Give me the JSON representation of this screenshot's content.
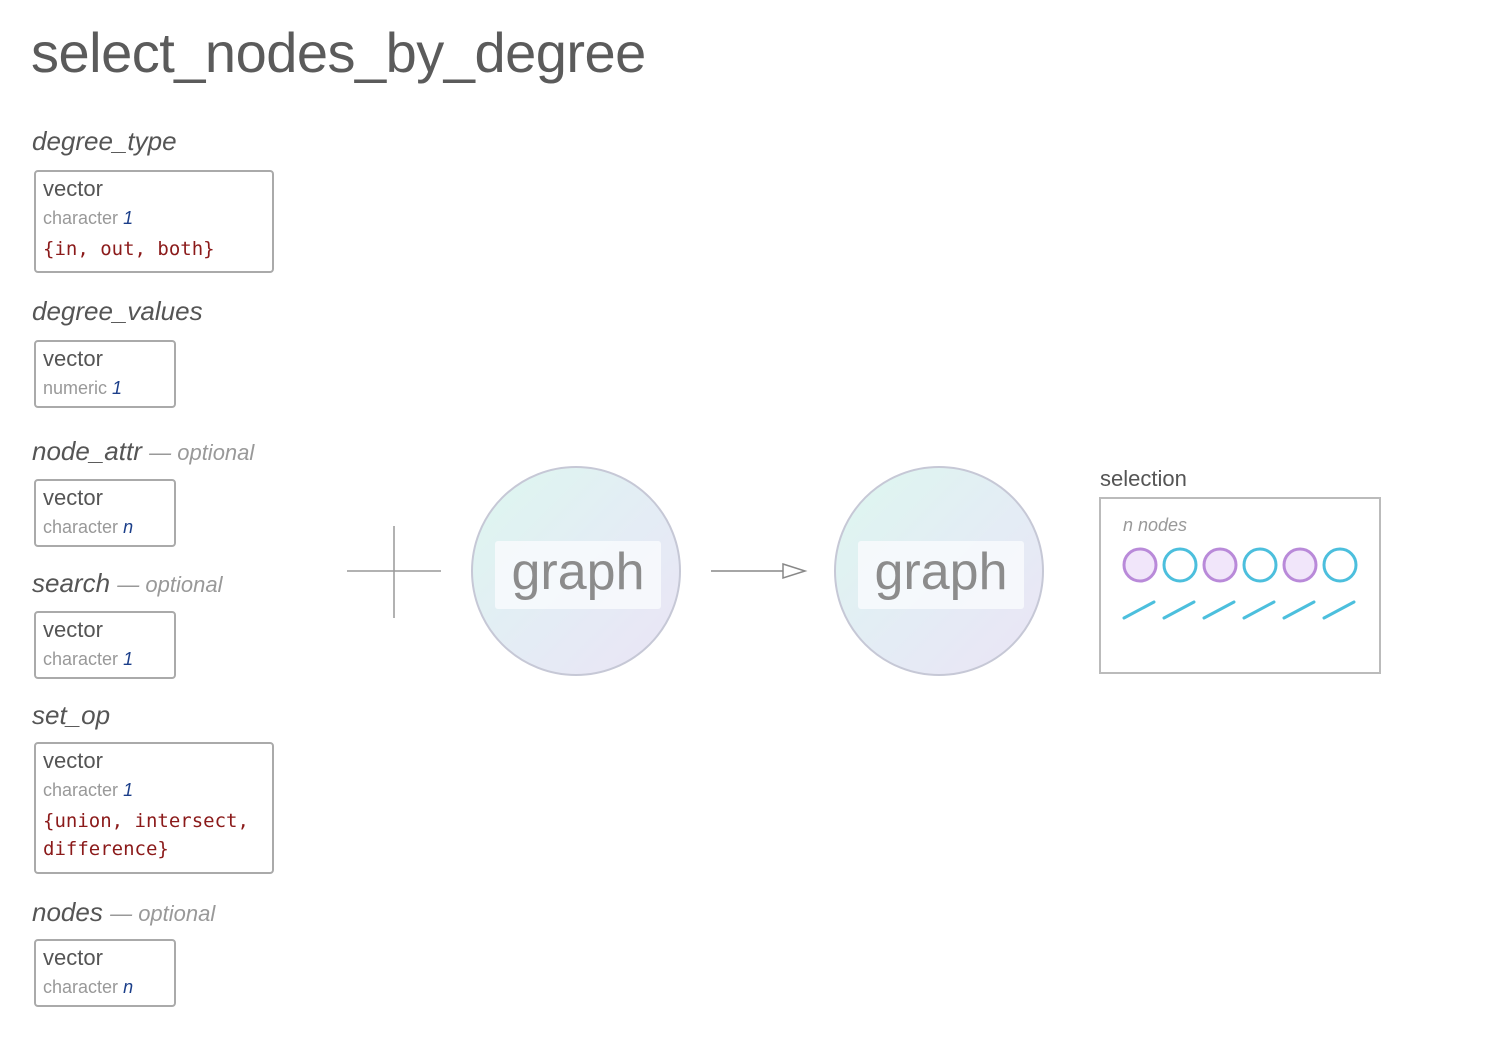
{
  "title": "select_nodes_by_degree",
  "params": [
    {
      "name": "degree_type",
      "optional": "",
      "kind": "vector",
      "type": "character",
      "length": "1",
      "options": "{in, out, both}"
    },
    {
      "name": "degree_values",
      "optional": "",
      "kind": "vector",
      "type": "numeric",
      "length": "1",
      "options": ""
    },
    {
      "name": "node_attr",
      "optional": "— optional",
      "kind": "vector",
      "type": "character",
      "length": "n",
      "options": ""
    },
    {
      "name": "search",
      "optional": "— optional",
      "kind": "vector",
      "type": "character",
      "length": "1",
      "options": ""
    },
    {
      "name": "set_op",
      "optional": "",
      "kind": "vector",
      "type": "character",
      "length": "1",
      "options": "{union, intersect,\ndifference}"
    },
    {
      "name": "nodes",
      "optional": "— optional",
      "kind": "vector",
      "type": "character",
      "length": "n",
      "options": ""
    }
  ],
  "input_graph": {
    "label": "graph"
  },
  "output_graph": {
    "label": "graph"
  },
  "selection": {
    "label": "selection",
    "caption": "n nodes",
    "node_colors": [
      "purple",
      "blue",
      "purple",
      "blue",
      "purple",
      "blue"
    ],
    "edge_color": "blue"
  },
  "colors": {
    "purple_stroke": "#b98ad9",
    "purple_fill": "#f1e6fa",
    "blue_stroke": "#4cbfdd",
    "options_text": "#8b1a1a",
    "length_text": "#1c3f8a"
  }
}
